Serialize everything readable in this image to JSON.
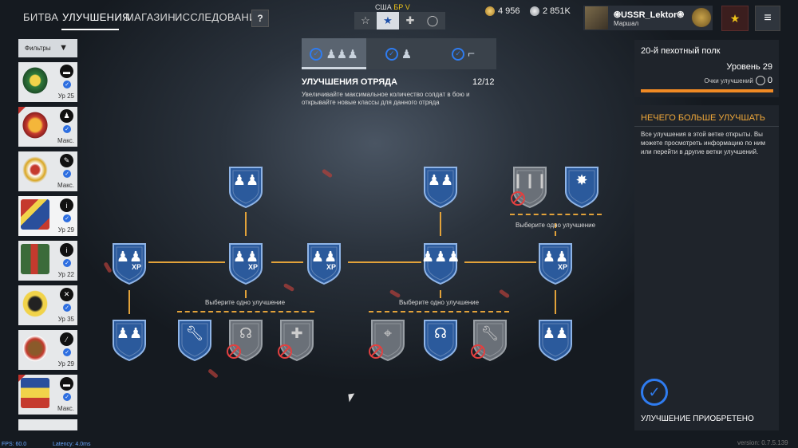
{
  "nav": {
    "tabs": [
      "БИТВА",
      "УЛУЧШЕНИЯ",
      "МАГАЗИН",
      "ИССЛЕДОВАНИЯ"
    ],
    "help": "?"
  },
  "nation": {
    "country": "США",
    "br": "БР V"
  },
  "rank_icons": [
    "star-outline-icon",
    "star-filled-icon",
    "cross-icon",
    "ring-icon"
  ],
  "currency": {
    "gold": "4 956",
    "silver": "2 851K"
  },
  "profile": {
    "name": "֍USSR_Lektor֍",
    "rank": "Маршал"
  },
  "filters_label": "Фильтры",
  "regiments": [
    {
      "level": "Ур 25",
      "icon": "tank-icon"
    },
    {
      "level": "Макс.",
      "icon": "infantry-icon"
    },
    {
      "level": "Макс.",
      "icon": "wrench-icon"
    },
    {
      "level": "Ур 29",
      "icon": "info-icon"
    },
    {
      "level": "Ур 22",
      "icon": "info-icon"
    },
    {
      "level": "Ур 35",
      "icon": "crossed-guns-icon"
    },
    {
      "level": "Ур 29",
      "icon": "rifle-icon"
    },
    {
      "level": "Макс.",
      "icon": "tank-icon"
    }
  ],
  "squad": {
    "title": "УЛУЧШЕНИЯ ОТРЯДА",
    "count": "12/12",
    "desc": "Увеличивайте максимальное количество солдат в бою и открывайте новые классы для данного отряда"
  },
  "tree": {
    "choose_label": "Выберите одно улучшение",
    "xp": "XP"
  },
  "right": {
    "regiment_name": "20-й пехотный полк",
    "level": "Уровень 29",
    "points_label": "Очки улучшений",
    "points": "0",
    "progress": 1.0,
    "status_title": "НЕЧЕГО БОЛЬШЕ УЛУЧШАТЬ",
    "status_desc": "Все улучшения в этой ветке открыты. Вы можете просмотреть информацию по ним или перейти в другие ветки улучшений.",
    "bought": "УЛУЧШЕНИЕ ПРИОБРЕТЕНО"
  },
  "footer": {
    "fps": "FPS: 60.0",
    "latency": "Latency: 4.0ms",
    "version": "version: 0.7.5.139"
  },
  "colors": {
    "accent_orange": "#e2a23a",
    "accent_blue": "#2f7cf0",
    "shield_blue": "#2b5a9c",
    "shield_gray": "#6a7078"
  }
}
